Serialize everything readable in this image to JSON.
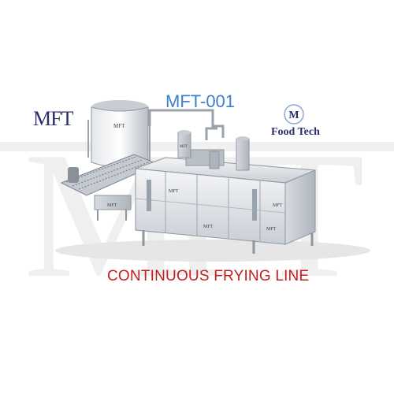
{
  "watermark": {
    "text": "MFT"
  },
  "logo_left": {
    "text": "MFT"
  },
  "model_code": "MFT-001",
  "brand": {
    "mark": "M",
    "name": "Food Tech"
  },
  "panel_label": "MFT",
  "caption": "CONTINUOUS FRYING LINE",
  "colors": {
    "caption": "#c2201f",
    "model_code": "#3d7fd0",
    "brand": "#2a2f6b",
    "steel": "#d9dde2"
  }
}
